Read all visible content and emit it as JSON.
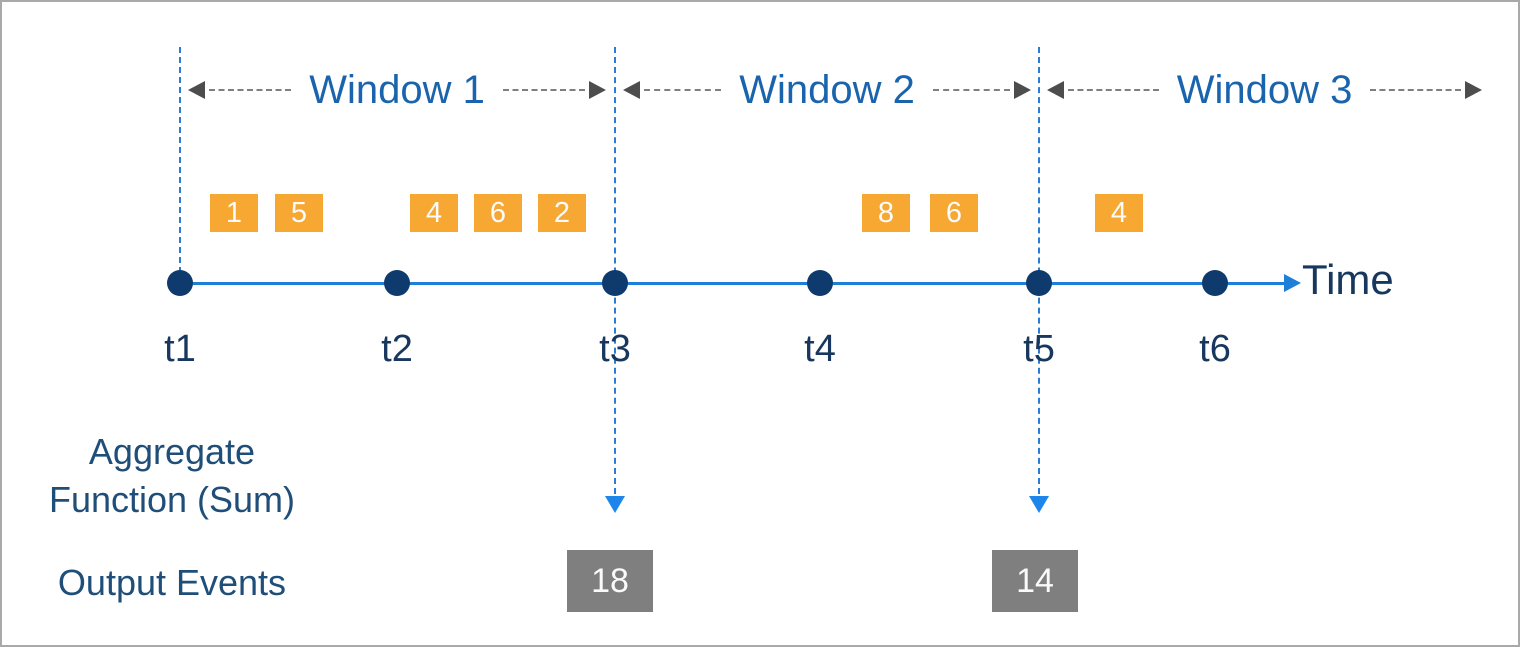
{
  "diagram": {
    "type": "tumbling-window-stream-diagram",
    "windows": [
      {
        "label": "Window 1"
      },
      {
        "label": "Window 2"
      },
      {
        "label": "Window 3"
      }
    ],
    "events": [
      {
        "value": "1",
        "window": 1
      },
      {
        "value": "5",
        "window": 1
      },
      {
        "value": "4",
        "window": 1
      },
      {
        "value": "6",
        "window": 1
      },
      {
        "value": "2",
        "window": 1
      },
      {
        "value": "8",
        "window": 2
      },
      {
        "value": "6",
        "window": 2
      },
      {
        "value": "4",
        "window": 3
      }
    ],
    "ticks": [
      {
        "label": "t1"
      },
      {
        "label": "t2"
      },
      {
        "label": "t3"
      },
      {
        "label": "t4"
      },
      {
        "label": "t5"
      },
      {
        "label": "t6"
      }
    ],
    "axis_label": "Time",
    "aggregate_caption_line1": "Aggregate",
    "aggregate_caption_line2": "Function (Sum)",
    "output_caption": "Output Events",
    "outputs": [
      {
        "value": "18",
        "at_tick": "t3"
      },
      {
        "value": "14",
        "at_tick": "t5"
      }
    ],
    "colors": {
      "event_box": "#f7a832",
      "output_box": "#7f7f7f",
      "timeline_blue": "#1e7fd8",
      "boundary_dash_blue": "#2b7cd3",
      "dot_navy": "#0f3a6e",
      "window_label_blue": "#1a64ae",
      "tick_label_navy": "#17375e",
      "caption_blue": "#1f4e79",
      "window_arrow_gray": "#4d4d4d"
    }
  }
}
